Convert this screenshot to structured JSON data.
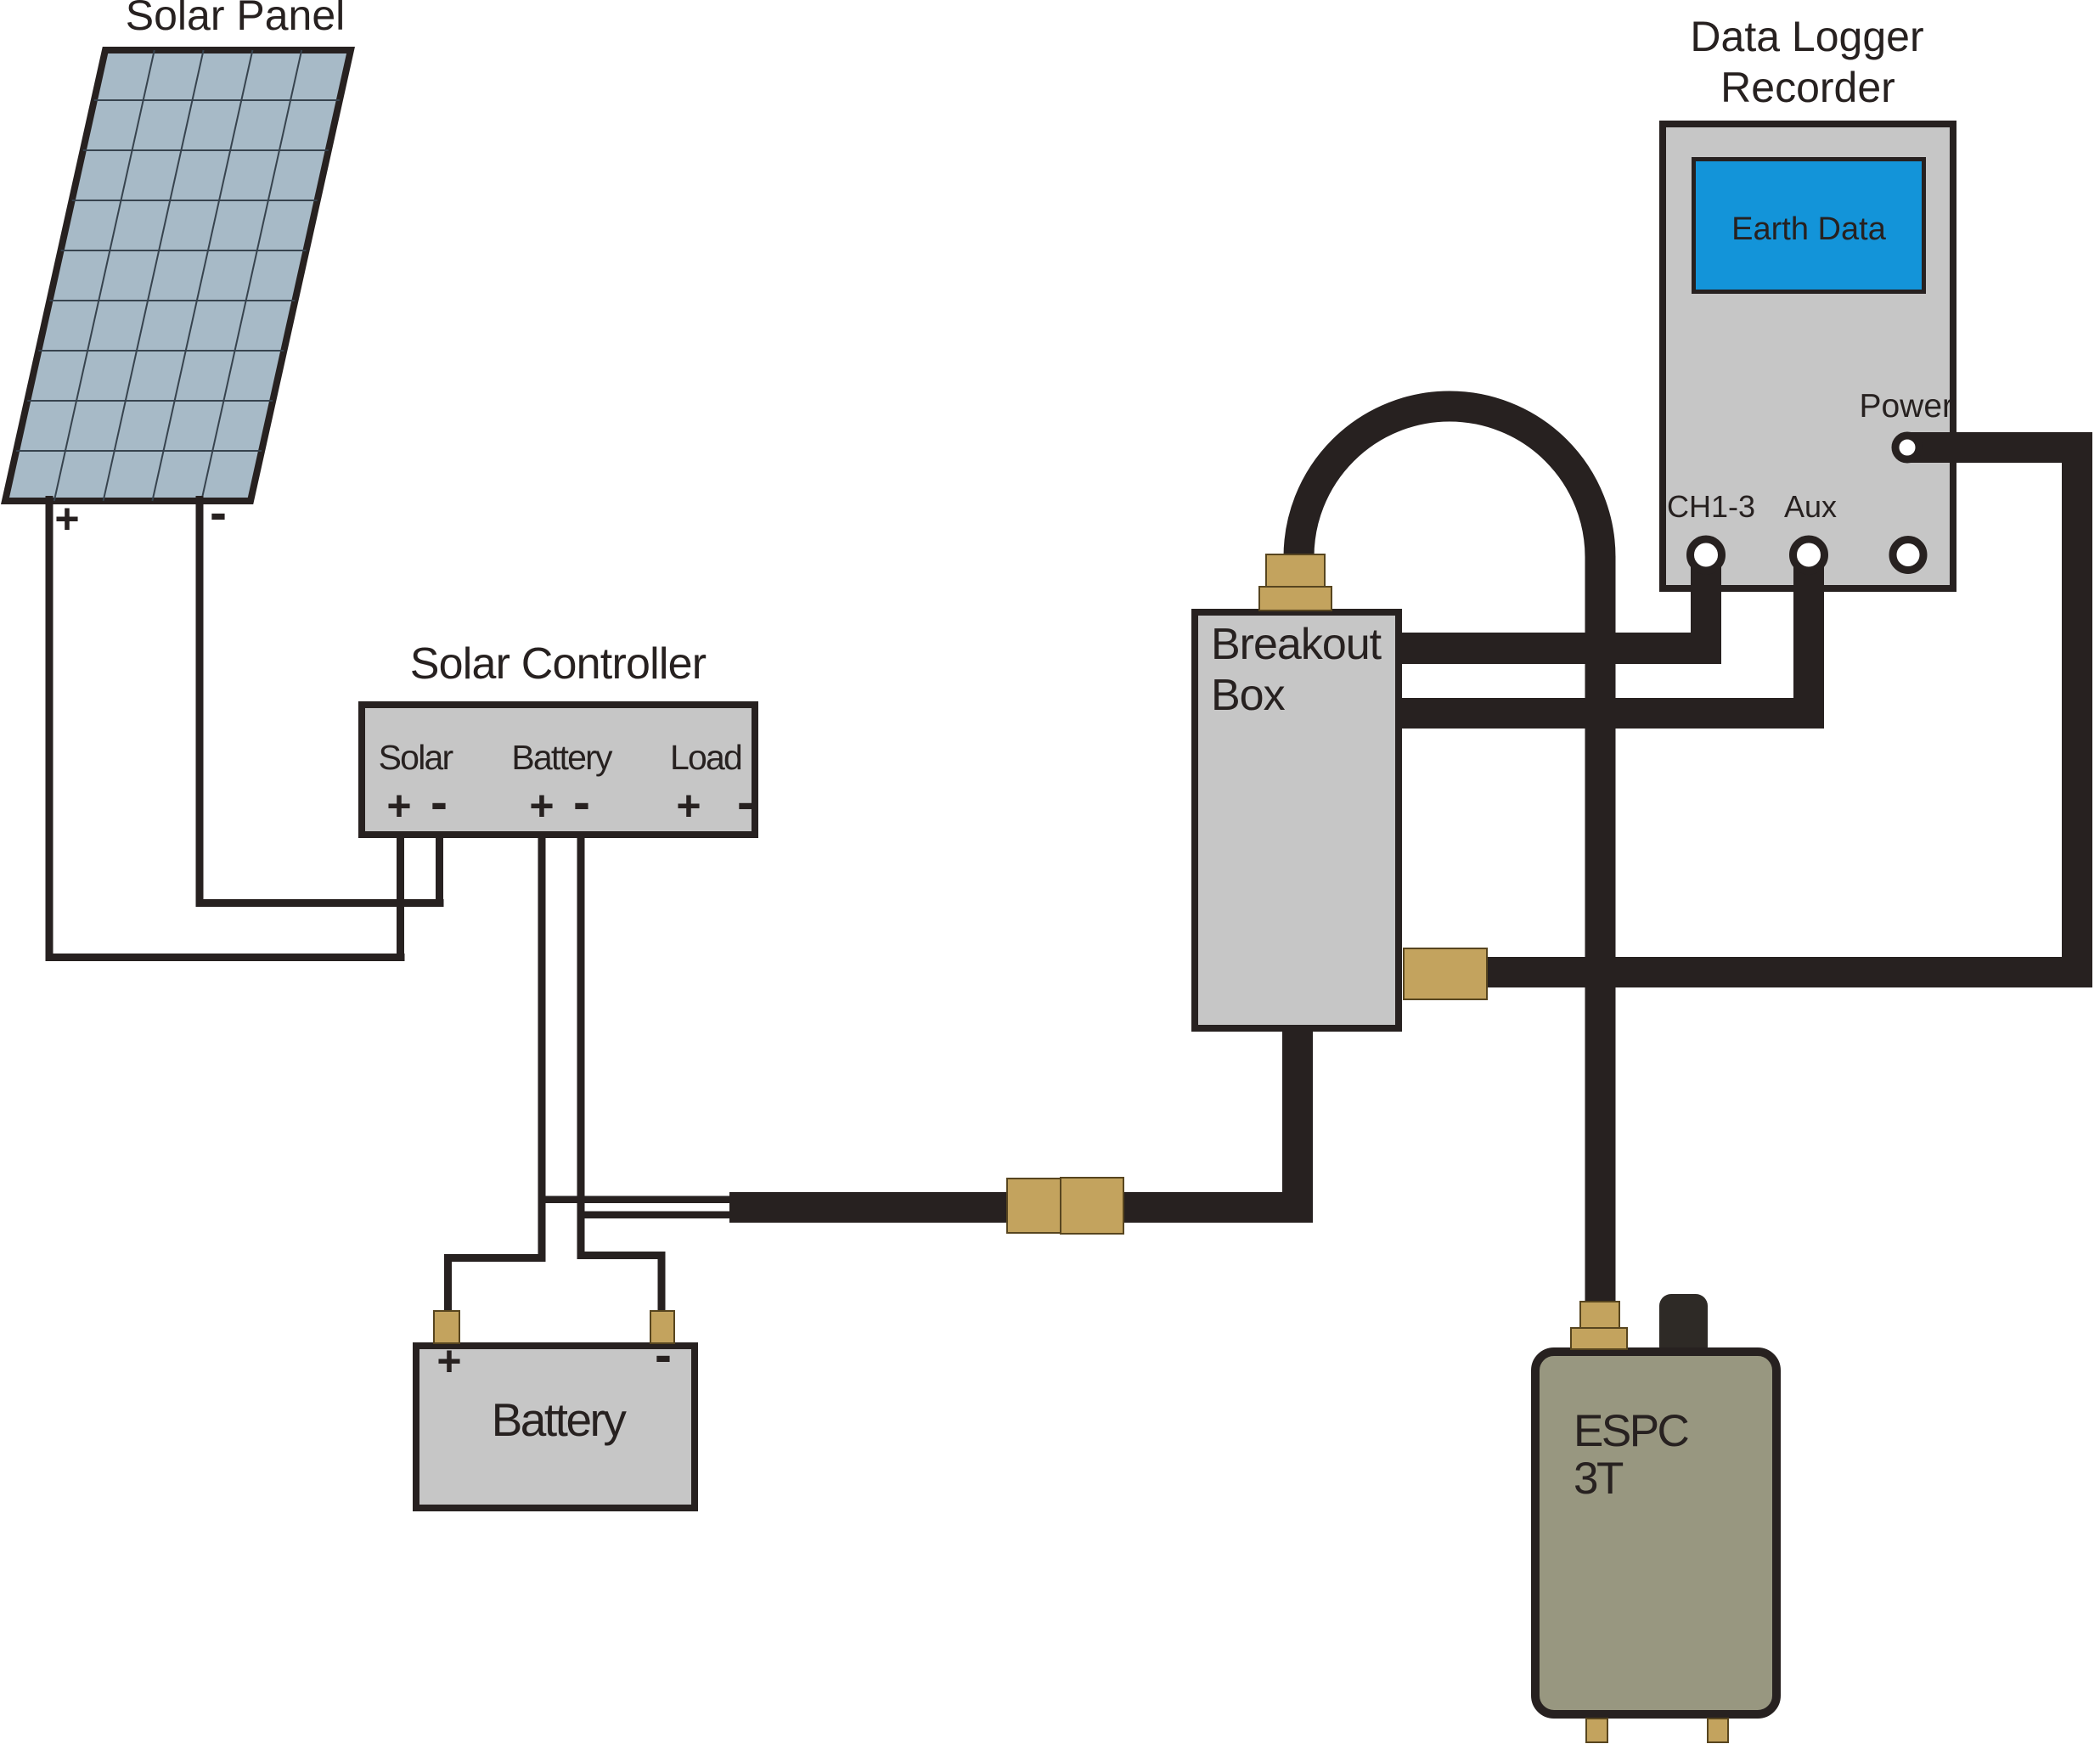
{
  "colors": {
    "background": "#FFFFFF",
    "ink": "#272120",
    "box_fill": "#C6C6C6",
    "panel_fill": "#A7BAC7",
    "panel_grid": "#37434E",
    "screen_blue": "#1394D9",
    "tan": "#C3A35E",
    "tan_border": "#57451F",
    "olive": "#989780",
    "knob": "#2E2A26"
  },
  "solar_panel": {
    "title": "Solar Panel",
    "plus": "+",
    "minus": "-"
  },
  "solar_controller": {
    "title": "Solar Controller",
    "ports": [
      {
        "label": "Solar",
        "plus": "+",
        "minus": "-"
      },
      {
        "label": "Battery",
        "plus": "+",
        "minus": "-"
      },
      {
        "label": "Load",
        "plus": "+",
        "minus": "-"
      }
    ]
  },
  "battery": {
    "label": "Battery",
    "plus": "+",
    "minus": "-"
  },
  "breakout_box": {
    "label_line1": "Breakout",
    "label_line2": "Box"
  },
  "data_logger": {
    "title_line1": "Data Logger",
    "title_line2": "Recorder",
    "screen_label": "Earth Data",
    "power_label": "Power",
    "ch_label": "CH1-3",
    "aux_label": "Aux"
  },
  "espc": {
    "label_line1": "ESPC",
    "label_line2": "3T"
  }
}
